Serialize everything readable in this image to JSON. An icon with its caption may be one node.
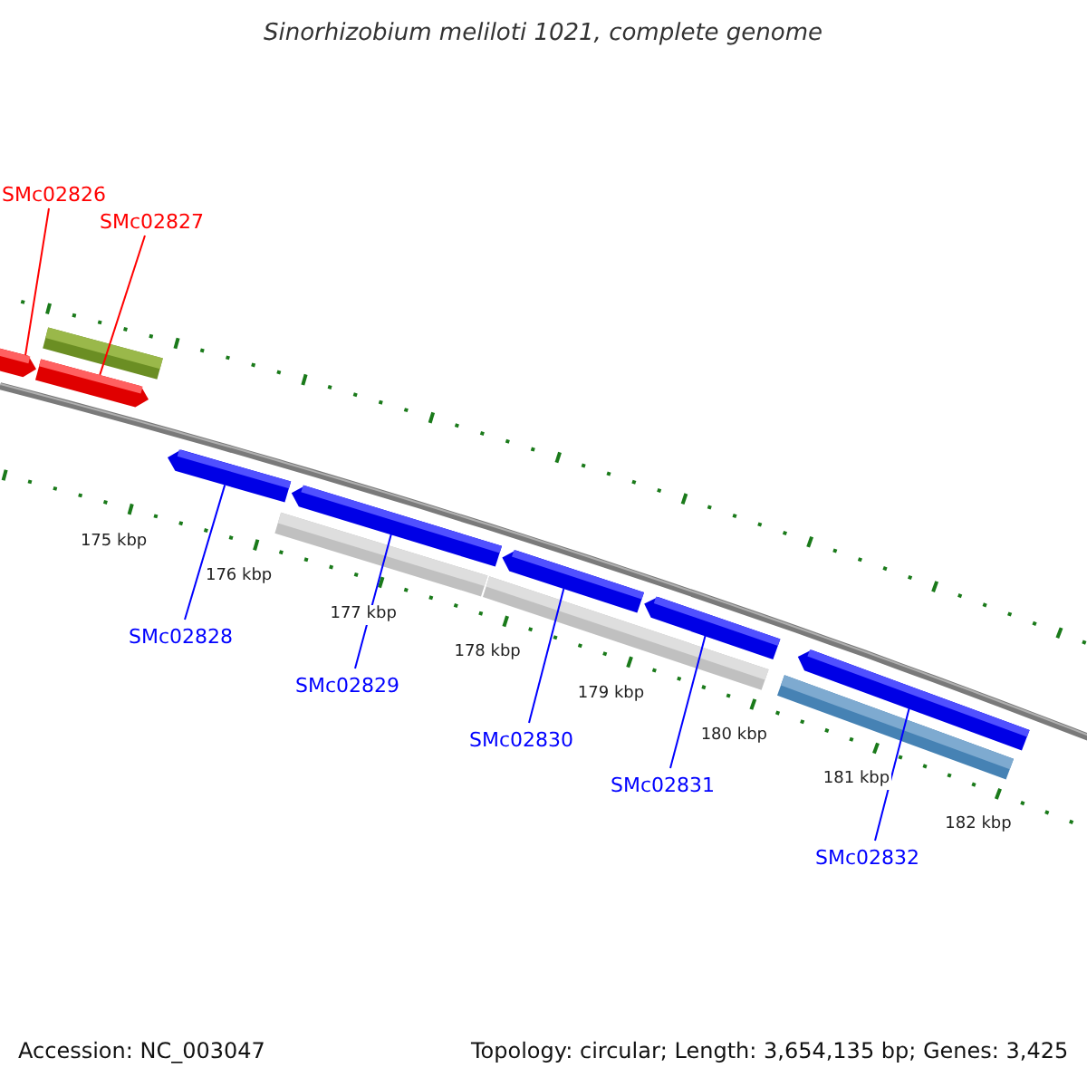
{
  "diagram": {
    "title": "Sinorhizobium meliloti 1021, complete genome",
    "nodes": [
      {
        "text": [
          "SMc02826"
        ]
      },
      {
        "text": [
          "SMc02827"
        ]
      },
      {
        "text": [
          "SMc02828"
        ]
      },
      {
        "text": [
          "SMc02829"
        ]
      },
      {
        "text": [
          "SMc02830"
        ]
      },
      {
        "text": [
          "SMc02831"
        ]
      },
      {
        "text": [
          "SMc02832"
        ]
      },
      {
        "text": [],
        "shape": "bar"
      },
      {
        "text": [],
        "shape": "bar"
      },
      {
        "text": [],
        "shape": "bar"
      },
      {
        "text": [],
        "shape": "bar"
      },
      {
        "text": [],
        "shape": "bar"
      },
      {
        "text": [],
        "shape": "bar"
      },
      {
        "text": [],
        "shape": "bar"
      }
    ],
    "edges": [
      {
        "from": 0,
        "to": 7,
        "arrow": "none",
        "color": "#ff0000"
      },
      {
        "from": 1,
        "to": 8,
        "arrow": "none",
        "color": "#ff0000"
      },
      {
        "from": 2,
        "to": 9,
        "arrow": "none"
      },
      {
        "from": 3,
        "to": 10,
        "arrow": "none"
      },
      {
        "from": 4,
        "to": 11,
        "arrow": "none"
      },
      {
        "from": 5,
        "to": 12,
        "arrow": "none"
      },
      {
        "from": 6,
        "to": 13,
        "arrow": "none"
      }
    ],
    "labels": [
      "175 kbp",
      "176 kbp",
      "177 kbp",
      "178 kbp",
      "179 kbp",
      "180 kbp",
      "181 kbp",
      "182 kbp",
      "Accession: NC_003047",
      "Topology: circular; Length: 3,654,135 bp; Genes: 3,425"
    ]
  }
}
